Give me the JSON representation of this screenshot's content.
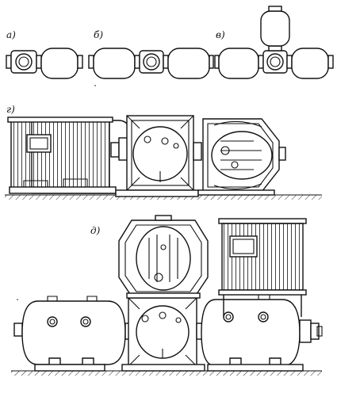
{
  "labels": {
    "a": "а)",
    "b": "б)",
    "v": "в)",
    "g": "г)",
    "d": "д)"
  },
  "colors": {
    "ink": "#111111",
    "paper": "#ffffff"
  }
}
